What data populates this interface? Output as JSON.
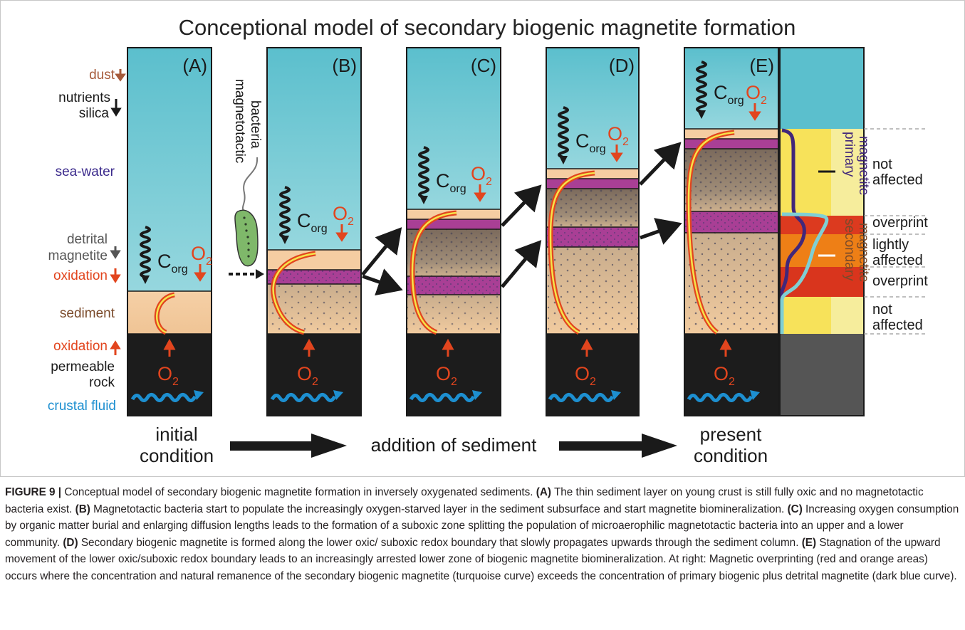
{
  "title": "Conceptional model of secondary biogenic magnetite formation",
  "colors": {
    "seawater_top": "#6cc7d4",
    "seawater_bottom": "#8fd5de",
    "sediment": "#f5cda2",
    "rock": "#1c1c1c",
    "band": "#a93f95",
    "arrow_red": "#e2451e",
    "dust": "#a65a3a",
    "fluid": "#1d8fd0",
    "sea_label": "#3b2a8c",
    "primary_curve": "#41277a",
    "secondary_curve": "#7fcfd4"
  },
  "left_labels": {
    "dust": "dust",
    "nutrients": "nutrients",
    "silica": "silica",
    "sea_water": "sea-water",
    "detrital": "detrital",
    "magnetite": "magnetite",
    "oxidation_down": "oxidation",
    "sediment": "sediment",
    "oxidation_up": "oxidation",
    "permeable": "permeable",
    "rock": "rock",
    "crustal_fluid": "crustal fluid"
  },
  "bacteria_label": [
    "magnetotactic",
    "bacteria"
  ],
  "panels": [
    {
      "id": "A",
      "label": "(A)"
    },
    {
      "id": "B",
      "label": "(B)"
    },
    {
      "id": "C",
      "label": "(C)"
    },
    {
      "id": "D",
      "label": "(D)"
    },
    {
      "id": "E",
      "label": "(E)"
    }
  ],
  "chem": {
    "c": "C",
    "c_sub": "org",
    "o": "O",
    "o_sub": "2"
  },
  "right_panel": {
    "primary": [
      "primary",
      "magnetite"
    ],
    "secondary": [
      "secondary",
      "magnetite"
    ],
    "zones": [
      "not",
      "affected",
      "overprint",
      "lightly",
      "affected",
      "overprint",
      "not",
      "affected"
    ]
  },
  "bottom": {
    "initial": [
      "initial",
      "condition"
    ],
    "addition": "addition of sediment",
    "present": [
      "present",
      "condition"
    ]
  },
  "caption": {
    "figure_label": "FIGURE 9 |",
    "intro": " Conceptual model of secondary biogenic magnetite formation in inversely oxygenated sediments. ",
    "a_label": "(A)",
    "a_text": " The thin sediment layer on young crust is still fully oxic and no magnetotactic bacteria exist. ",
    "b_label": "(B)",
    "b_text": " Magnetotactic bacteria start to populate the increasingly oxygen-starved layer in the sediment subsurface and start magnetite biomineralization. ",
    "c_label": "(C)",
    "c_text": " Increasing oxygen consumption by organic matter burial and enlarging diffusion lengths leads to the formation of a suboxic zone splitting the population of microaerophilic magnetotactic bacteria into an upper and a lower community. ",
    "d_label": "(D)",
    "d_text": " Secondary biogenic magnetite is formed along the lower oxic/ suboxic redox boundary that slowly propagates upwards through the sediment column. ",
    "e_label": "(E)",
    "e_text": " Stagnation of the upward movement of the lower oxic/suboxic redox boundary leads to an increasingly arrested lower zone of biogenic magnetite biomineralization. At right: Magnetic overprinting (red and orange areas) occurs where the concentration and natural remanence of the secondary biogenic magnetite (turquoise curve) exceeds the concentration of primary biogenic plus detrital magnetite (dark blue curve)."
  }
}
